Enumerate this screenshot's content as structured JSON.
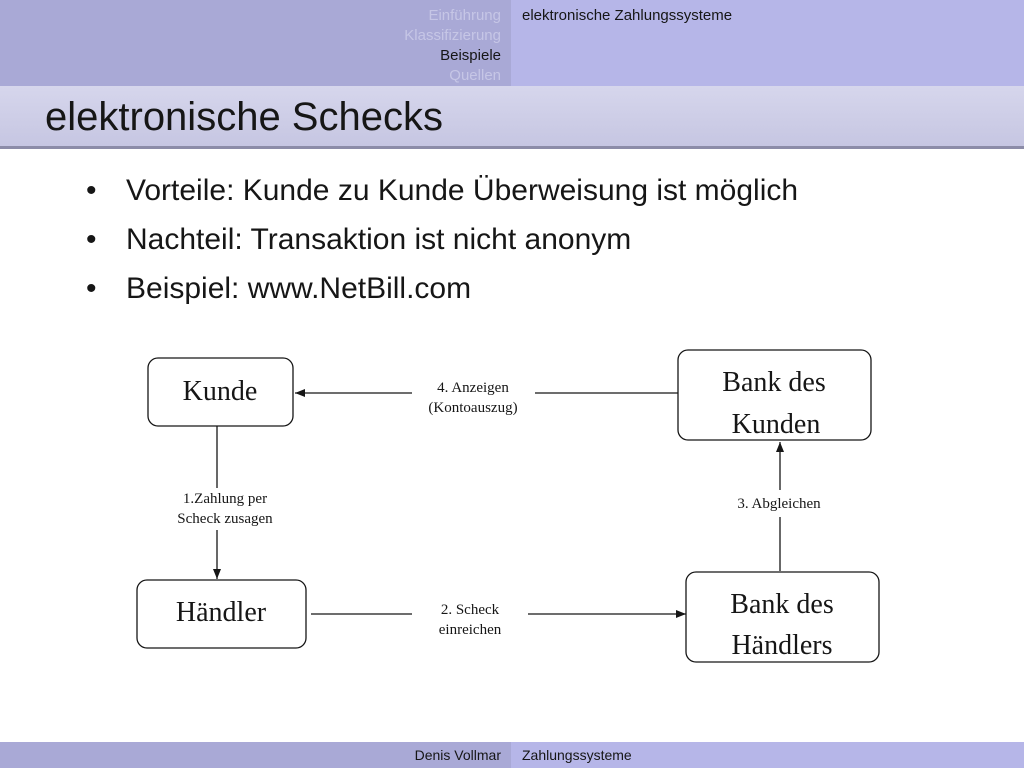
{
  "header": {
    "nav": [
      "Einführung",
      "Klassifizierung",
      "Beispiele",
      "Quellen"
    ],
    "active_nav": "Beispiele",
    "section": "elektronische Zahlungssysteme"
  },
  "title": "elektronische Schecks",
  "bullets": [
    "Vorteile: Kunde zu Kunde Überweisung ist möglich",
    "Nachteil: Transaktion ist nicht anonym",
    "Beispiel: www.NetBill.com"
  ],
  "diagram": {
    "nodes": {
      "kunde": [
        "Kunde"
      ],
      "haendler": [
        "Händler"
      ],
      "bank_kunde": [
        "Bank des",
        "Kunden"
      ],
      "bank_haendler": [
        "Bank des",
        "Händlers"
      ]
    },
    "edges": {
      "zahlung": [
        "1.Zahlung per",
        "Scheck zusagen"
      ],
      "scheck": [
        "2. Scheck",
        "einreichen"
      ],
      "abgleichen": [
        "3. Abgleichen"
      ],
      "anzeigen": [
        "4. Anzeigen",
        "(Kontoauszug)"
      ]
    }
  },
  "footer": {
    "author": "Denis Vollmar",
    "topic": "Zahlungssysteme"
  }
}
